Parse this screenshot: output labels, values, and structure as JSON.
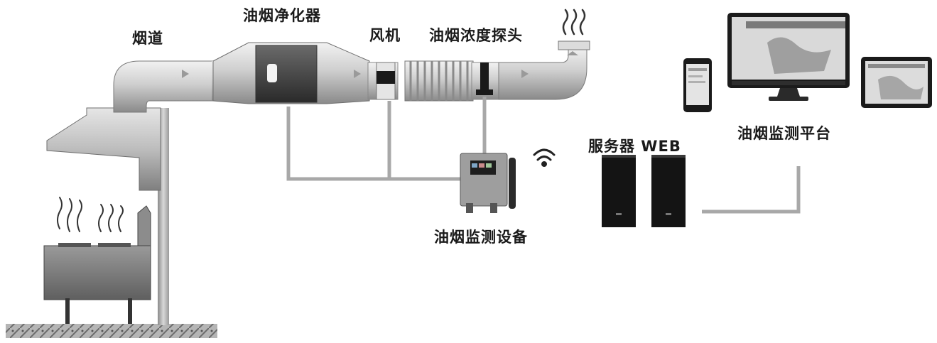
{
  "labels": {
    "flue": "烟道",
    "purifier": "油烟净化器",
    "fan": "风机",
    "probe": "油烟浓度探头",
    "monitor_device": "油烟监测设备",
    "server": "服务器 WEB",
    "platform": "油烟监测平台"
  },
  "colors": {
    "duct": "#c9c9c9",
    "duct_dark": "#8f8f8f",
    "cable": "#a8a8a8",
    "server_body": "#141414",
    "label": "#1a1a1a"
  },
  "icons": [
    "steam-icon",
    "wifi-icon",
    "phone-icon",
    "monitor-icon",
    "tablet-icon"
  ]
}
